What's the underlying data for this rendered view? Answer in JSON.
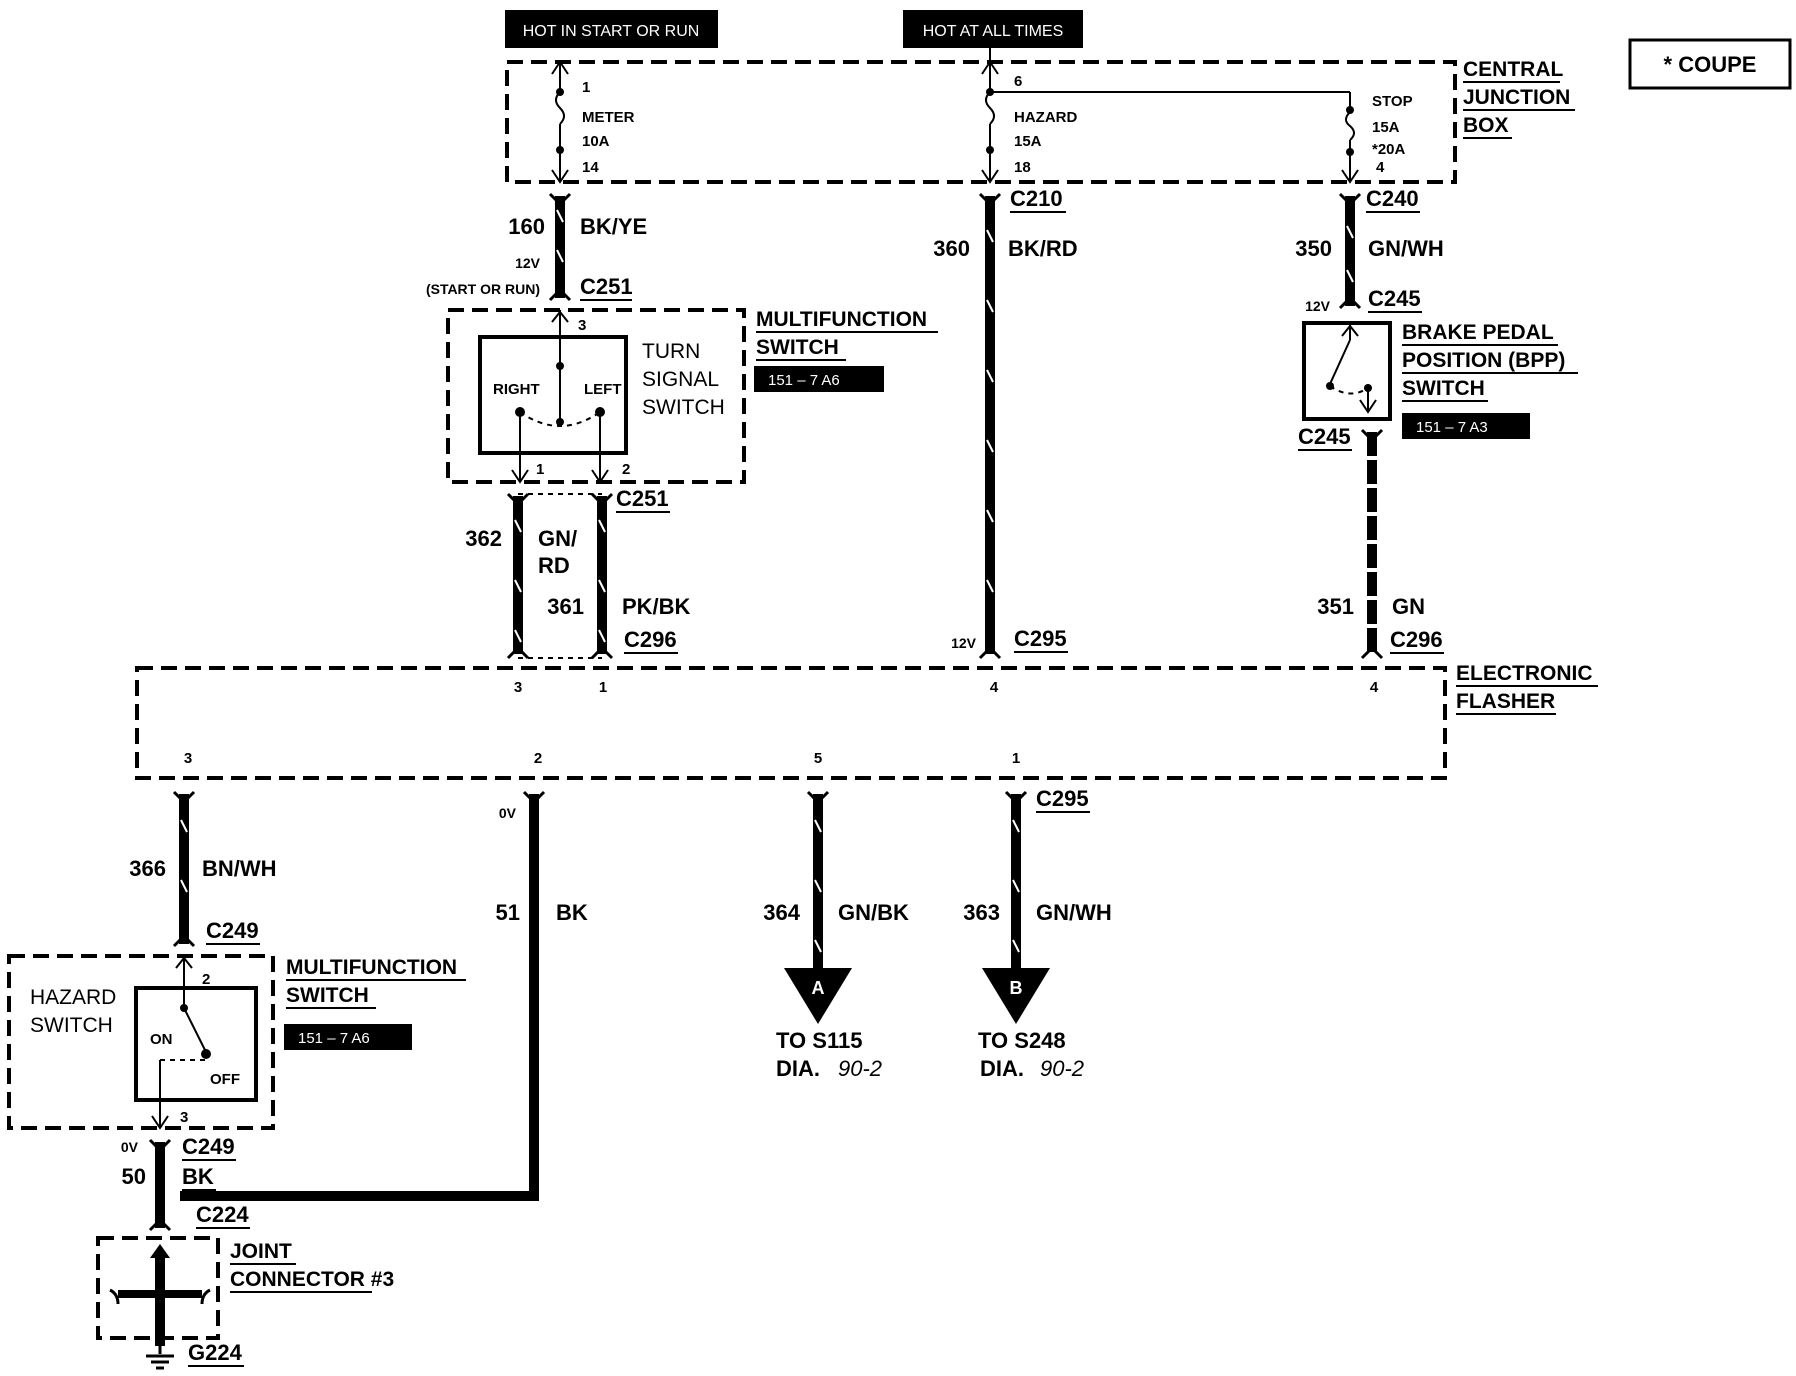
{
  "top_labels": {
    "hot_start_run": "HOT IN START OR RUN",
    "hot_all_times": "HOT AT ALL TIMES"
  },
  "coupe_note": "* COUPE",
  "central_junction_box": {
    "title": [
      "CENTRAL",
      "JUNCTION",
      "BOX"
    ],
    "meter_fuse": {
      "pin_in": "1",
      "name": "METER",
      "rating": "10A",
      "pin_out": "14"
    },
    "hazard_fuse": {
      "pin_in": "6",
      "name": "HAZARD",
      "rating": "15A",
      "pin_out": "18"
    },
    "stop_fuse": {
      "name": "STOP",
      "rating": "15A",
      "rating_alt": "*20A",
      "pin_out": "4"
    }
  },
  "connectors": {
    "c210": "C210",
    "c240": "C240",
    "c251_top": "C251",
    "c251_bottom": "C251",
    "c245_top": "C245",
    "c245_bottom": "C245",
    "c296_left": "C296",
    "c295_top": "C295",
    "c296_right": "C296",
    "c295_bottom": "C295",
    "c249_top": "C249",
    "c249_bottom": "C249",
    "c224": "C224",
    "g224": "G224"
  },
  "wires": {
    "w160": {
      "circuit": "160",
      "color": "BK/YE"
    },
    "w360": {
      "circuit": "360",
      "color": "BK/RD"
    },
    "w350": {
      "circuit": "350",
      "color": "GN/WH"
    },
    "w362": {
      "circuit": "362",
      "color_line1": "GN/",
      "color_line2": "RD"
    },
    "w361": {
      "circuit": "361",
      "color": "PK/BK"
    },
    "w351": {
      "circuit": "351",
      "color": "GN"
    },
    "w366": {
      "circuit": "366",
      "color": "BN/WH"
    },
    "w51": {
      "circuit": "51",
      "color": "BK"
    },
    "w364": {
      "circuit": "364",
      "color": "GN/BK"
    },
    "w363": {
      "circuit": "363",
      "color": "GN/WH"
    },
    "w50": {
      "circuit": "50",
      "color": "BK"
    }
  },
  "voltages": {
    "v12_start_run": "12V",
    "start_or_run": "(START OR RUN)",
    "v12_c245": "12V",
    "v12_c295": "12V",
    "v0_flasher": "0V",
    "v0_c249": "0V"
  },
  "turn_signal_switch": {
    "label": [
      "TURN",
      "SIGNAL",
      "SWITCH"
    ],
    "right": "RIGHT",
    "left": "LEFT",
    "pin_top": "3",
    "pin_right": "1",
    "pin_left": "2"
  },
  "multifunction_switch_top": {
    "title": [
      "MULTIFUNCTION",
      "SWITCH"
    ],
    "ref": "151 – 7 A6"
  },
  "bpp_switch": {
    "title": [
      "BRAKE PEDAL",
      "POSITION (BPP)",
      "SWITCH"
    ],
    "ref": "151 – 7 A3"
  },
  "electronic_flasher": {
    "title": [
      "ELECTRONIC",
      "FLASHER"
    ],
    "top_pins": [
      "3",
      "1",
      "4",
      "4"
    ],
    "bottom_pins": [
      "3",
      "2",
      "5",
      "1"
    ]
  },
  "hazard_switch": {
    "label": [
      "HAZARD",
      "SWITCH"
    ],
    "on": "ON",
    "off": "OFF",
    "pin_top": "2",
    "pin_bottom": "3"
  },
  "multifunction_switch_bottom": {
    "title": [
      "MULTIFUNCTION",
      "SWITCH"
    ],
    "ref": "151 – 7 A6"
  },
  "joint_connector": {
    "title": [
      "JOINT",
      "CONNECTOR #3"
    ]
  },
  "arrows": {
    "a": {
      "letter": "A",
      "to": "TO S115",
      "dia": "DIA.",
      "dia_ref": "90-2"
    },
    "b": {
      "letter": "B",
      "to": "TO S248",
      "dia": "DIA.",
      "dia_ref": "90-2"
    }
  }
}
